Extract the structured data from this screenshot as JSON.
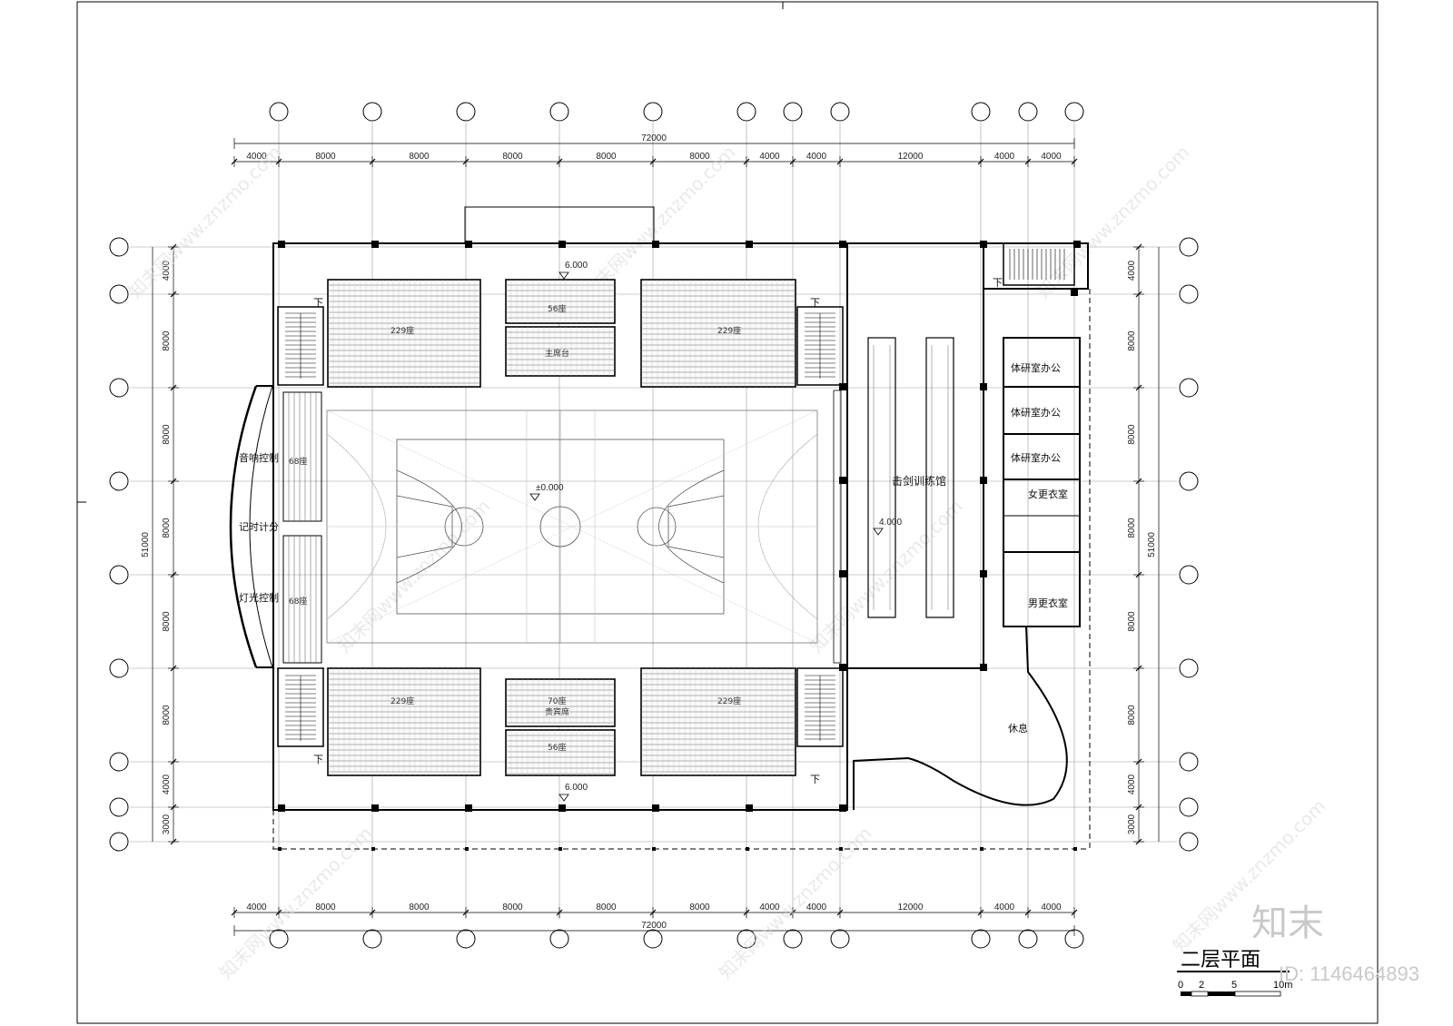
{
  "plan": {
    "title": "二层平面",
    "scale_labels": [
      "0",
      "2",
      "5",
      "10m"
    ],
    "total_width_label": "72000",
    "total_depth_label": "51000",
    "top_dims": [
      "4000",
      "8000",
      "8000",
      "8000",
      "8000",
      "8000",
      "4000",
      "4000",
      "12000",
      "4000",
      "4000"
    ],
    "bottom_dims": [
      "4000",
      "8000",
      "8000",
      "8000",
      "8000",
      "8000",
      "4000",
      "4000",
      "12000",
      "4000",
      "4000"
    ],
    "left_dims": [
      "4000",
      "8000",
      "8000",
      "8000",
      "8000",
      "8000",
      "4000",
      "3000"
    ],
    "right_dims": [
      "4000",
      "8000",
      "8000",
      "8000",
      "8000",
      "8000",
      "4000",
      "3000"
    ],
    "elevations": {
      "upper_stand": "6.000",
      "lower_stand": "6.000",
      "court": "±0.000",
      "fencing": "4.000"
    },
    "rooms": {
      "office_1": "体研室办公",
      "office_2": "体研室办公",
      "office_3": "体研室办公",
      "female_locker": "女更衣室",
      "male_locker": "男更衣室",
      "fencing_hall": "击剑训练馆",
      "rest": "休息",
      "sound_control": "音响控制",
      "timing": "记时计分",
      "lighting_control": "灯光控制"
    },
    "seats": {
      "north_left": "229座",
      "north_center_top": "56座",
      "north_center_bottom": "主席台",
      "north_right": "229座",
      "south_left": "229座",
      "south_center_top": "70座",
      "south_center_sub": "贵宾席",
      "south_center_bottom": "56座",
      "south_right": "229座",
      "west_upper": "68座",
      "west_lower": "68座"
    },
    "stair_down": "下"
  },
  "watermark": {
    "brand": "知末",
    "id_text": "ID: 1146464893",
    "site": "知末网www.znzmo.com"
  }
}
